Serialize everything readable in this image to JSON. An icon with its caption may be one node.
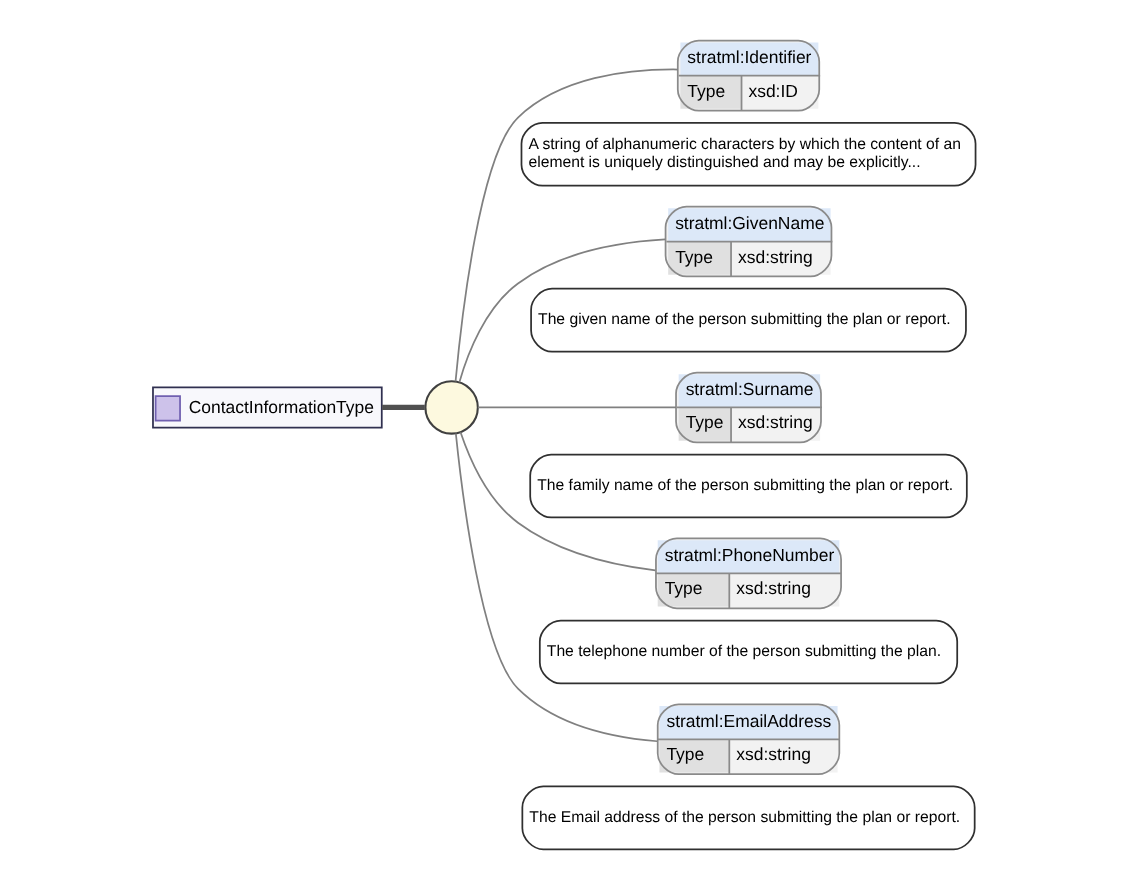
{
  "diagram": {
    "nodes": [
      {
        "text": [
          "ContactInformationType"
        ]
      },
      {
        "text": [],
        "shape": "circle"
      },
      {
        "text": [
          "stratml:Identifier",
          "Type",
          "xsd:ID"
        ]
      },
      {
        "text": [
          "A string of alphanumeric characters by which the content of an element is uniquely distinguished and may be explicitly..."
        ]
      },
      {
        "text": [
          "stratml:GivenName",
          "Type",
          "xsd:string"
        ]
      },
      {
        "text": [
          "The given name of the person submitting the plan or report."
        ]
      },
      {
        "text": [
          "stratml:Surname",
          "Type",
          "xsd:string"
        ]
      },
      {
        "text": [
          "The family name of the person submitting the plan or report."
        ]
      },
      {
        "text": [
          "stratml:PhoneNumber",
          "Type",
          "xsd:string"
        ]
      },
      {
        "text": [
          "The telephone number of the person submitting the plan."
        ]
      },
      {
        "text": [
          "stratml:EmailAddress",
          "Type",
          "xsd:string"
        ]
      },
      {
        "text": [
          "The Email address of the person submitting the plan or report."
        ]
      }
    ],
    "edges": [
      {
        "from": 0,
        "to": 1,
        "arrow": "none",
        "style": "thick"
      },
      {
        "from": 1,
        "to": 2,
        "arrow": "none"
      },
      {
        "from": 1,
        "to": 4,
        "arrow": "none"
      },
      {
        "from": 1,
        "to": 6,
        "arrow": "none"
      },
      {
        "from": 1,
        "to": 8,
        "arrow": "none"
      },
      {
        "from": 1,
        "to": 10,
        "arrow": "none"
      }
    ]
  }
}
